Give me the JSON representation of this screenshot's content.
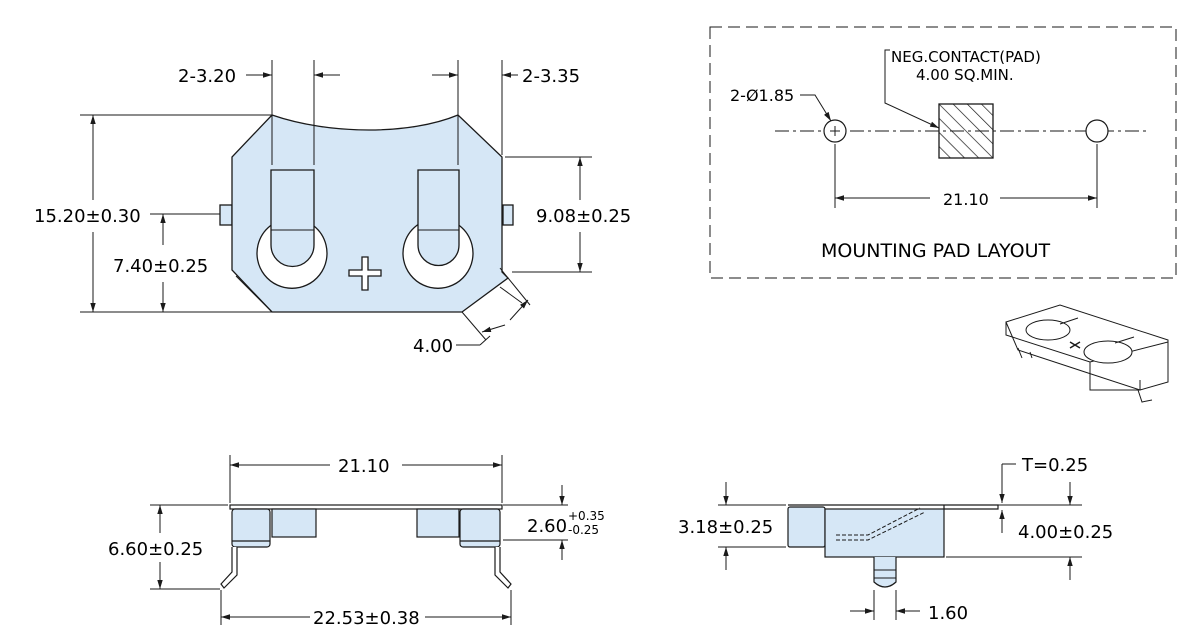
{
  "colors": {
    "part_fill": "#d6e7f6",
    "line": "#1a1a1a",
    "background": "#ffffff"
  },
  "top_view": {
    "dim_slot_left": "2-3.20",
    "dim_slot_right": "2-3.35",
    "dim_height_total": "15.20±0.30",
    "dim_height_mid": "7.40±0.25",
    "dim_height_right": "9.08±0.25",
    "dim_chamfer": "4.00"
  },
  "pad_layout": {
    "neg_contact_line1": "NEG.CONTACT(PAD)",
    "neg_contact_line2": "4.00 SQ.MIN.",
    "hole_dim": "2-Ø1.85",
    "pad_spacing": "21.10",
    "title": "MOUNTING PAD LAYOUT"
  },
  "front_view": {
    "width_top": "21.10",
    "width_bottom": "22.53±0.38",
    "height": "6.60±0.25",
    "inner_height": "2.60",
    "inner_tol_plus": "+0.35",
    "inner_tol_minus": "-0.25"
  },
  "side_view": {
    "thickness": "T=0.25",
    "height_left": "3.18±0.25",
    "height_right": "4.00±0.25",
    "pin_width": "1.60"
  }
}
